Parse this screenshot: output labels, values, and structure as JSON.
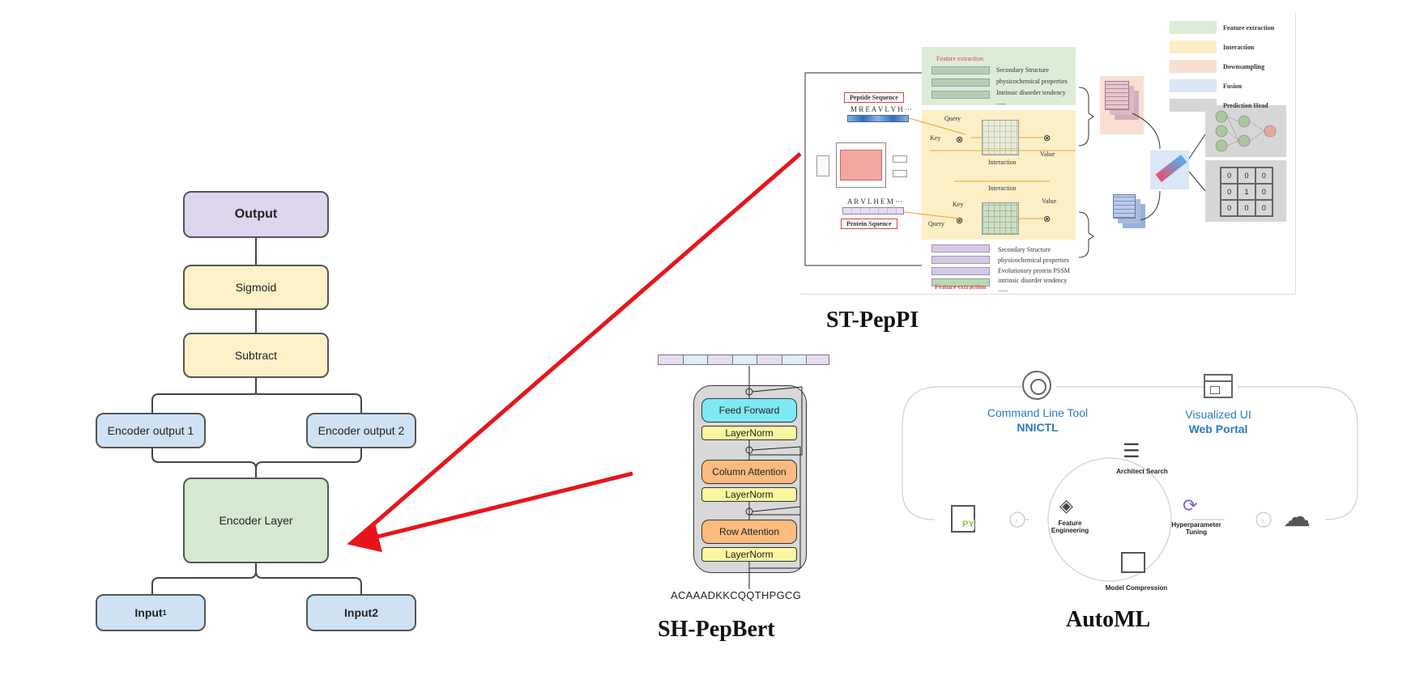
{
  "left_flow": {
    "output": "Output",
    "sigmoid": "Sigmoid",
    "subtract": "Subtract",
    "encoder_output_1": "Encoder output 1",
    "encoder_output_2": "Encoder output 2",
    "encoder_layer": "Encoder Layer",
    "input1": "Input",
    "input1_sup": "1",
    "input2": "Input2"
  },
  "st_peppi": {
    "caption": "ST-PepPI",
    "feature_extraction_top": "Feature extraction",
    "feature_extraction_bottom": "Feature extraction",
    "top_features": [
      "Secondary Structure",
      "physicochemical properties",
      "Intrinsic disorder tendency",
      "......"
    ],
    "bottom_features": [
      "Secondary Structure",
      "physicochemical properties",
      "Evolutionary protein PSSM",
      "intrinsic disorder tendency",
      "......"
    ],
    "peptide_label": "Peptide Sequence",
    "peptide_seq": "M R E A V L V H ···",
    "protein_label": "Protein Squence",
    "protein_seq": "A R V L H E M ···",
    "query_top": "Query",
    "key_top": "Key",
    "value_top": "Value",
    "interaction_top": "Interaction",
    "interaction_mid": "Interaction",
    "key_bottom": "Key",
    "value_bottom": "Value",
    "query_bottom": "Query",
    "legend": [
      {
        "label": "Feature extraction",
        "color": "#dcecd7"
      },
      {
        "label": "Interaction",
        "color": "#fcefc6"
      },
      {
        "label": "Downsampling",
        "color": "#f8dfd2"
      },
      {
        "label": "Fusion",
        "color": "#dbe6f6"
      },
      {
        "label": "Prediction Head",
        "color": "#d6d6d6"
      }
    ],
    "matrix": [
      "0",
      "0",
      "0",
      "0",
      "1",
      "0",
      "0",
      "0",
      "0"
    ]
  },
  "sh_pepbert": {
    "caption": "SH-PepBert",
    "feed_forward": "Feed Forward",
    "layernorm_1": "LayerNorm",
    "column_attention": "Column Attention",
    "layernorm_2": "LayerNorm",
    "row_attention": "Row Attention",
    "layernorm_3": "LayerNorm",
    "sequence": "ACAAADKKCQQTHPGCG"
  },
  "automl": {
    "caption": "AutoML",
    "cli_title": "Command Line Tool",
    "cli_name": "NNICTL",
    "ui_title": "Visualized UI",
    "ui_name": "Web Portal",
    "architect_search": "Architect Search",
    "feature_engineering": "Feature Engineering",
    "hyperparameter_tuning": "Hyperparameter Tuning",
    "model_compression": "Model Compression",
    "py": "PY"
  },
  "colors": {
    "arrow_red": "#e8141b",
    "accent_blue": "#2b7bbf"
  }
}
